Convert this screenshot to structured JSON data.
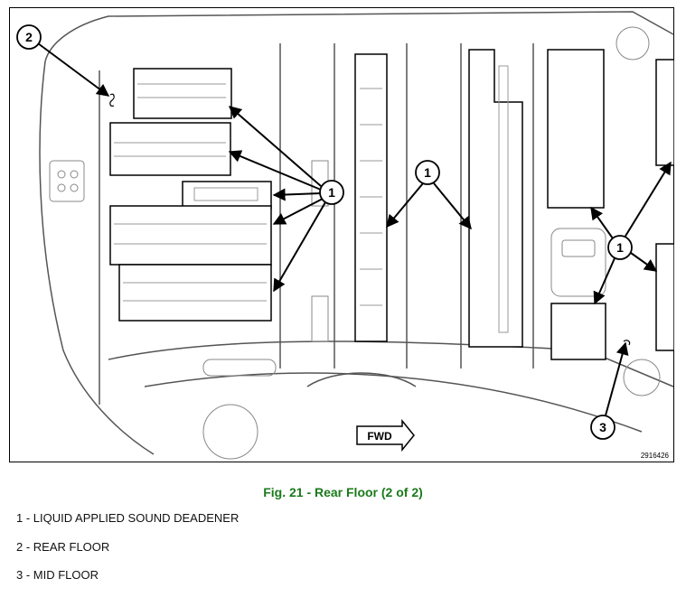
{
  "figure": {
    "callouts": [
      "1",
      "1",
      "1",
      "2",
      "3"
    ],
    "fwd_label": "FWD",
    "figure_id": "2916426"
  },
  "caption": "Fig. 21 - Rear Floor (2 of 2)",
  "legend": [
    "1 - LIQUID APPLIED SOUND DEADENER",
    "2 - REAR FLOOR",
    "3 - MID FLOOR"
  ]
}
